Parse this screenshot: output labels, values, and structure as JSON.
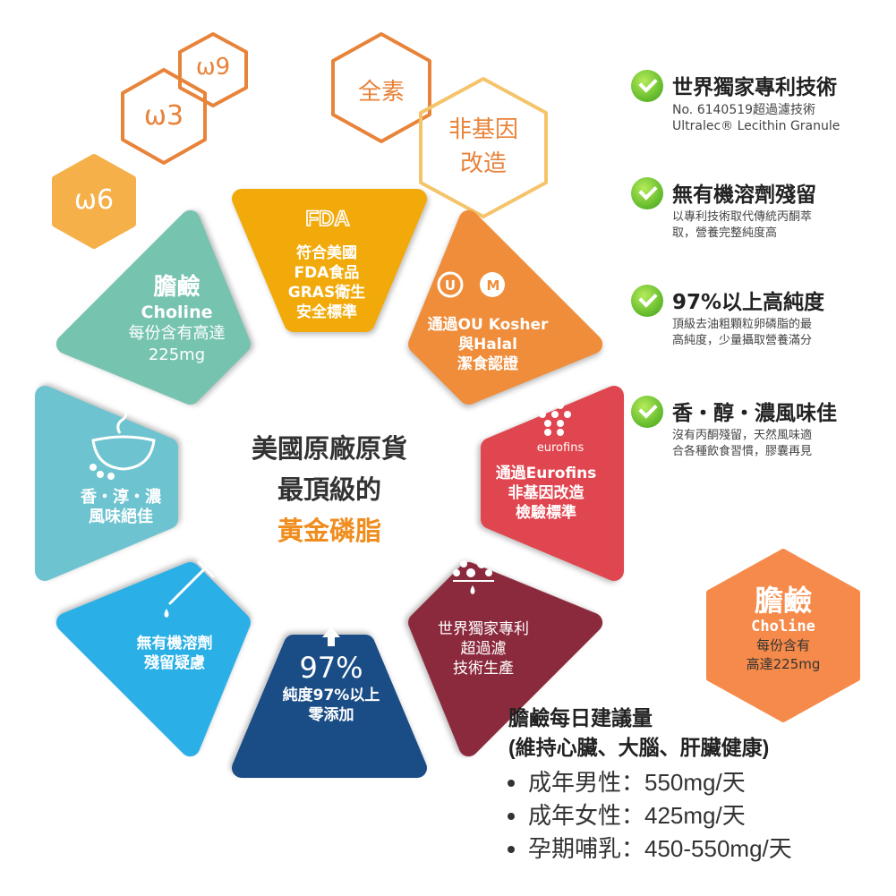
{
  "hexagons": [
    {
      "label": "ω9",
      "color": "#e8833a"
    },
    {
      "label": "ω3",
      "color": "#e8833a"
    },
    {
      "label": "ω6",
      "color": "#f5b04a"
    },
    {
      "label": "全素",
      "color": "#e8833a"
    },
    {
      "label": "非基因改造",
      "line1": "非基因",
      "line2": "改造",
      "color": "#f5c46a"
    }
  ],
  "segments": [
    {
      "icon": "fda-logo-icon",
      "logo": "FDA",
      "lines": [
        "符合美國",
        "FDA食品",
        "GRAS衛生",
        "安全標準"
      ],
      "color": "#f2aa0a"
    },
    {
      "icon": "ou-kosher-halal-icon",
      "logo1": "U",
      "logo2": "M",
      "lines": [
        "通過OU Kosher",
        "與Halal",
        "潔食認證"
      ],
      "color": "#ef8d3a"
    },
    {
      "icon": "eurofins-logo-icon",
      "logo": "eurofins",
      "lines": [
        "通過Eurofins",
        "非基因改造",
        "檢驗標準"
      ],
      "color": "#e0464f"
    },
    {
      "icon": "filtration-icon",
      "lines": [
        "世界獨家專利",
        "超過濾",
        "技術生產"
      ],
      "color": "#8b2a3d"
    },
    {
      "icon": "arrow-up-icon",
      "big": "97%",
      "lines": [
        "純度97%以上",
        "零添加"
      ],
      "color": "#1a4c86"
    },
    {
      "icon": "dropper-icon",
      "lines": [
        "無有機溶劑",
        "殘留疑慮"
      ],
      "color": "#2ab0e6"
    },
    {
      "icon": "bowl-icon",
      "lines": [
        "香・淳・濃",
        "風味絕佳"
      ],
      "color": "#6dc4d0"
    },
    {
      "title": "膽鹼",
      "subtitle": "Choline",
      "lines": [
        "每份含有高達",
        "225mg"
      ],
      "color": "#76c3b0"
    }
  ],
  "center": {
    "line1": "美國原廠原貨",
    "line2": "最頂級的",
    "line3": "黃金磷脂",
    "accent": "#ef8d1e"
  },
  "features": [
    {
      "title": "世界獨家專利技術",
      "desc": [
        "No. 6140519超過濾技術",
        "Ultralec® Lecithin Granule"
      ]
    },
    {
      "title": "無有機溶劑殘留",
      "desc": [
        "以專利技術取代傳統丙酮萃",
        "取，營養完整純度高"
      ]
    },
    {
      "title": "97%以上高純度",
      "desc": [
        "頂級去油粗顆粒卵磷脂的最",
        "高純度，少量攝取營養滿分"
      ]
    },
    {
      "title": "香・醇・濃風味佳",
      "desc": [
        "沒有丙酮殘留，天然風味適",
        "合各種飲食習慣，膠囊再見"
      ]
    }
  ],
  "choline_badge": {
    "title": "膽鹼",
    "subtitle": "Choline",
    "line1": "每份含有",
    "line2": "高達225mg",
    "color": "#f58a4a"
  },
  "recommendation": {
    "title": "膽鹼每日建議量",
    "subtitle": "(維持心臟、大腦、肝臟健康)",
    "items": [
      "成年男性：550mg/天",
      "成年女性：425mg/天",
      "孕期哺乳：450-550mg/天"
    ]
  }
}
